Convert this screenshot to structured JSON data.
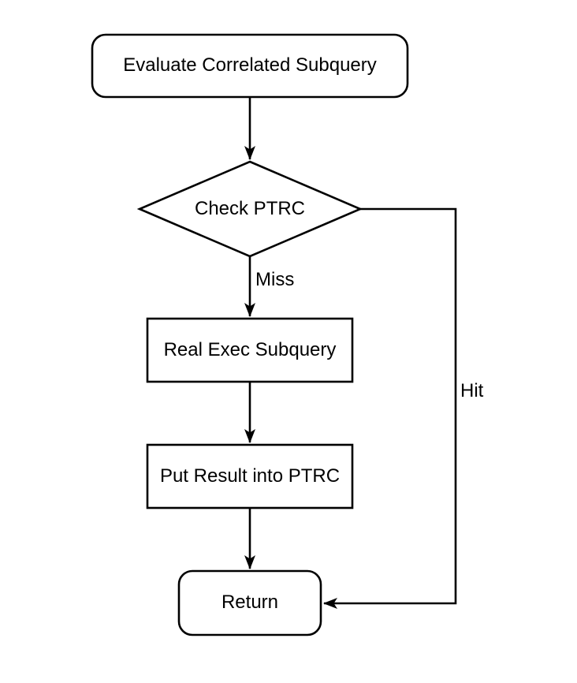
{
  "diagram_type": "flowchart",
  "colors": {
    "background": "#ffffff",
    "stroke": "#000000",
    "text": "#000000"
  },
  "nodes": {
    "evaluate": {
      "label": "Evaluate Correlated Subquery",
      "shape": "rounded-rect"
    },
    "check_ptrc": {
      "label": "Check PTRC",
      "shape": "diamond"
    },
    "real_exec": {
      "label": "Real Exec Subquery",
      "shape": "rect"
    },
    "put_result": {
      "label": "Put Result into PTRC",
      "shape": "rect"
    },
    "return": {
      "label": "Return",
      "shape": "rounded-rect"
    }
  },
  "edges": [
    {
      "from": "evaluate",
      "to": "check_ptrc",
      "label": ""
    },
    {
      "from": "check_ptrc",
      "to": "real_exec",
      "label": "Miss"
    },
    {
      "from": "real_exec",
      "to": "put_result",
      "label": ""
    },
    {
      "from": "put_result",
      "to": "return",
      "label": ""
    },
    {
      "from": "check_ptrc",
      "to": "return",
      "label": "Hit"
    }
  ]
}
